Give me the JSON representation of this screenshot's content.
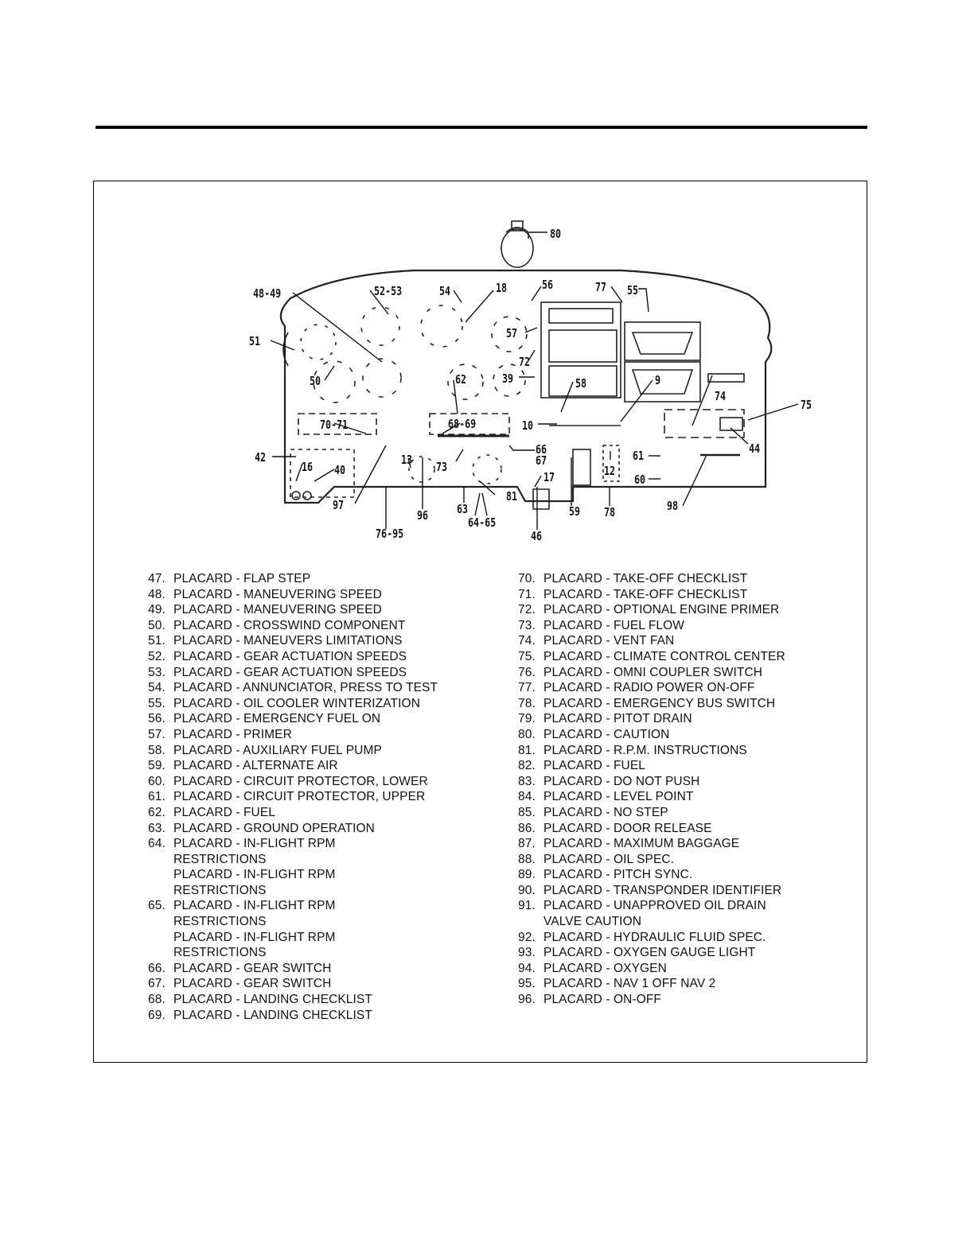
{
  "callouts": [
    "80",
    "48-49",
    "52-53",
    "54",
    "18",
    "56",
    "77",
    "55",
    "51",
    "57",
    "72",
    "50",
    "62",
    "39",
    "58",
    "9",
    "74",
    "75",
    "70-71",
    "68-69",
    "10",
    "44",
    "42",
    "16",
    "40",
    "13",
    "73",
    "66",
    "67",
    "61",
    "12",
    "60",
    "97",
    "96",
    "63",
    "81",
    "17",
    "59",
    "78",
    "98",
    "64-65",
    "76-95",
    "46"
  ],
  "left_items": [
    {
      "num": "47.",
      "text": "PLACARD - FLAP STEP"
    },
    {
      "num": "48.",
      "text": "PLACARD - MANEUVERING SPEED"
    },
    {
      "num": "49.",
      "text": "PLACARD - MANEUVERING SPEED"
    },
    {
      "num": "50.",
      "text": "PLACARD - CROSSWIND COMPONENT"
    },
    {
      "num": "51.",
      "text": "PLACARD - MANEUVERS LIMITATIONS"
    },
    {
      "num": "52.",
      "text": "PLACARD - GEAR ACTUATION SPEEDS"
    },
    {
      "num": "53.",
      "text": "PLACARD - GEAR ACTUATION SPEEDS"
    },
    {
      "num": "54.",
      "text": "PLACARD - ANNUNCIATOR, PRESS TO TEST"
    },
    {
      "num": "55.",
      "text": "PLACARD - OIL COOLER WINTERIZATION"
    },
    {
      "num": "56.",
      "text": "PLACARD - EMERGENCY FUEL ON"
    },
    {
      "num": "57.",
      "text": "PLACARD - PRIMER"
    },
    {
      "num": "58.",
      "text": "PLACARD - AUXILIARY FUEL PUMP"
    },
    {
      "num": "59.",
      "text": "PLACARD - ALTERNATE AIR"
    },
    {
      "num": "60.",
      "text": "PLACARD - CIRCUIT PROTECTOR, LOWER"
    },
    {
      "num": "61.",
      "text": "PLACARD - CIRCUIT PROTECTOR, UPPER"
    },
    {
      "num": "62.",
      "text": "PLACARD - FUEL"
    },
    {
      "num": "63.",
      "text": "PLACARD - GROUND OPERATION"
    },
    {
      "num": "64.",
      "text": "PLACARD - IN-FLIGHT RPM"
    },
    {
      "num": "",
      "text": "RESTRICTIONS"
    },
    {
      "num": "",
      "text": "PLACARD - IN-FLIGHT RPM"
    },
    {
      "num": "",
      "text": "RESTRICTIONS"
    },
    {
      "num": "65.",
      "text": "PLACARD - IN-FLIGHT RPM"
    },
    {
      "num": "",
      "text": "RESTRICTIONS"
    },
    {
      "num": "",
      "text": "PLACARD - IN-FLIGHT RPM"
    },
    {
      "num": "",
      "text": "RESTRICTIONS"
    },
    {
      "num": "66.",
      "text": "PLACARD - GEAR SWITCH"
    },
    {
      "num": "67.",
      "text": "PLACARD - GEAR SWITCH"
    },
    {
      "num": "68.",
      "text": "PLACARD - LANDING CHECKLIST"
    },
    {
      "num": "69.",
      "text": "PLACARD - LANDING CHECKLIST"
    }
  ],
  "right_items": [
    {
      "num": "70.",
      "text": "PLACARD - TAKE-OFF CHECKLIST"
    },
    {
      "num": "71.",
      "text": "PLACARD - TAKE-OFF CHECKLIST"
    },
    {
      "num": "72.",
      "text": "PLACARD - OPTIONAL ENGINE PRIMER"
    },
    {
      "num": "73.",
      "text": "PLACARD - FUEL FLOW"
    },
    {
      "num": "74.",
      "text": "PLACARD - VENT FAN"
    },
    {
      "num": "75.",
      "text": "PLACARD - CLIMATE CONTROL CENTER"
    },
    {
      "num": "76.",
      "text": "PLACARD - OMNI COUPLER SWITCH"
    },
    {
      "num": "77.",
      "text": "PLACARD - RADIO POWER ON-OFF"
    },
    {
      "num": "78.",
      "text": "PLACARD - EMERGENCY BUS SWITCH"
    },
    {
      "num": "79.",
      "text": "PLACARD - PITOT DRAIN"
    },
    {
      "num": "80.",
      "text": "PLACARD - CAUTION"
    },
    {
      "num": "81.",
      "text": "PLACARD - R.P.M. INSTRUCTIONS"
    },
    {
      "num": "82.",
      "text": "PLACARD - FUEL"
    },
    {
      "num": "83.",
      "text": "PLACARD - DO NOT PUSH"
    },
    {
      "num": "84.",
      "text": "PLACARD - LEVEL POINT"
    },
    {
      "num": "85.",
      "text": "PLACARD - NO STEP"
    },
    {
      "num": "86.",
      "text": "PLACARD - DOOR RELEASE"
    },
    {
      "num": "87.",
      "text": "PLACARD - MAXIMUM BAGGAGE"
    },
    {
      "num": "88.",
      "text": "PLACARD - OIL SPEC."
    },
    {
      "num": "89.",
      "text": "PLACARD - PITCH SYNC."
    },
    {
      "num": "90.",
      "text": "PLACARD - TRANSPONDER IDENTIFIER"
    },
    {
      "num": "91.",
      "text": "PLACARD - UNAPPROVED OIL DRAIN"
    },
    {
      "num": "",
      "text": "VALVE CAUTION"
    },
    {
      "num": "92.",
      "text": "PLACARD - HYDRAULIC FLUID SPEC."
    },
    {
      "num": "93.",
      "text": "PLACARD - OXYGEN GAUGE LIGHT"
    },
    {
      "num": "94.",
      "text": "PLACARD - OXYGEN"
    },
    {
      "num": "95.",
      "text": "PLACARD - NAV 1 OFF NAV 2"
    },
    {
      "num": "96.",
      "text": "PLACARD - ON-OFF"
    }
  ]
}
